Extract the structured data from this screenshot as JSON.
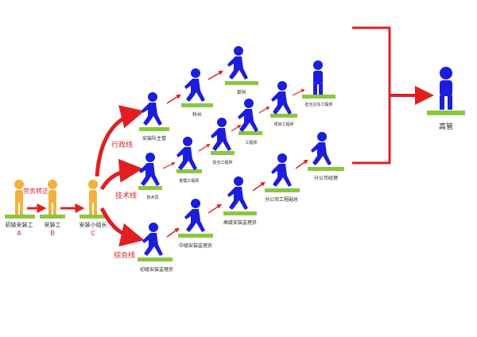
{
  "start": {
    "nodes": [
      {
        "label": "初级安装工",
        "letter": "A"
      },
      {
        "label": "安装工",
        "letter": "B"
      },
      {
        "label": "安装小组长",
        "letter": "C"
      }
    ],
    "transfer_label": "劳务转正"
  },
  "tracks": {
    "admin": "行政线",
    "tech": "技术线",
    "combined": "综合线"
  },
  "admin_line": [
    "安装队主管",
    "科长",
    "部长"
  ],
  "tech_line": [
    "技术员",
    "助理工程师",
    "担当工程师",
    "工程师",
    "项目工程师",
    "担当主任工程师"
  ],
  "combined_line": [
    "初级安装监理员",
    "中级安装监理员",
    "高级安装监理员",
    "分公司工程副总",
    "分公司经理"
  ],
  "goal": "高管",
  "colors": {
    "orange": "#f4b03c",
    "blue": "#1d1ddc",
    "red": "#e02020",
    "platform": "#8cc63f"
  }
}
